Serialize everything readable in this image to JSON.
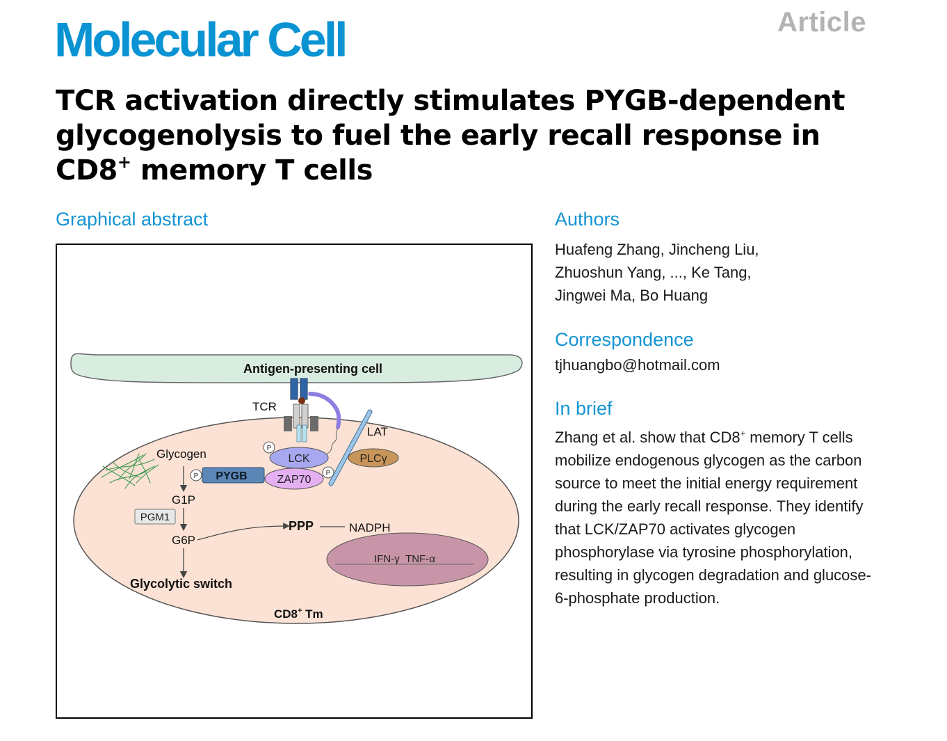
{
  "header": {
    "journal": "Molecular Cell",
    "article_type": "Article"
  },
  "title": {
    "line1": "TCR activation directly stimulates PYGB-dependent",
    "line2": "glycogenolysis to fuel the early recall response in",
    "line3_pre": "CD8",
    "line3_sup": "+",
    "line3_post": " memory T cells"
  },
  "graphical_abstract": {
    "heading": "Graphical abstract",
    "labels": {
      "apc": "Antigen-presenting cell",
      "tcr": "TCR",
      "lat": "LAT",
      "glycogen": "Glycogen",
      "phospho": "P",
      "lck": "LCK",
      "plcg": "PLCγ",
      "pygb": "PYGB",
      "zap70": "ZAP70",
      "g1p": "G1P",
      "pgm1": "PGM1",
      "g6p": "G6P",
      "ppp": "PPP",
      "nadph": "NADPH",
      "cytokines": "IFN-γ  TNF-α",
      "glycolytic_switch": "Glycolytic switch",
      "cell_pre": "CD8",
      "cell_sup": "+",
      "cell_post": " Tm"
    },
    "colors": {
      "apc_fill": "#d8ece0",
      "cell_fill": "#fbe2d4",
      "nucleus_fill": "#c895a8",
      "lck_fill": "#a8a8f0",
      "zap70_fill": "#e4b0f2",
      "plcg_fill": "#c8955a",
      "pygb_fill": "#5b86b5",
      "lat_fill": "#9cc4e6",
      "glycogen_strands": "#3c9a52"
    }
  },
  "authors": {
    "heading": "Authors",
    "lines": [
      "Huafeng Zhang, Jincheng Liu,",
      "Zhuoshun Yang, ..., Ke Tang,",
      "Jingwei Ma, Bo Huang"
    ]
  },
  "correspondence": {
    "heading": "Correspondence",
    "email": "tjhuangbo@hotmail.com"
  },
  "in_brief": {
    "heading": "In brief",
    "text_pre": "Zhang et al. show that CD8",
    "text_sup": "+",
    "text_post": " memory T cells mobilize endogenous glycogen as the carbon source to meet the initial energy requirement during the early recall response. They identify that LCK/ZAP70 activates glycogen phosphorylase via tyrosine phosphorylation, resulting in glycogen degradation and glucose-6-phosphate production."
  }
}
